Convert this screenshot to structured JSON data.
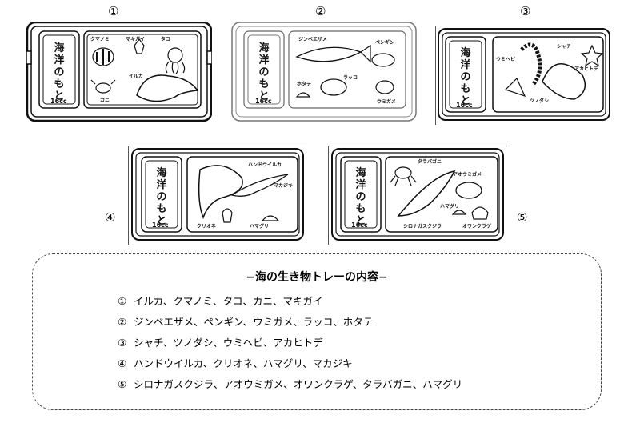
{
  "trays": [
    {
      "number": "①",
      "product": "海洋のもと",
      "volume": "16cc",
      "labels": [
        "クマノミ",
        "マキガイ",
        "タコ",
        "イルカ",
        "カニ"
      ]
    },
    {
      "number": "②",
      "product": "海洋のもと",
      "volume": "16cc",
      "labels": [
        "ジンベエザメ",
        "ペンギン",
        "ホタテ",
        "ラッコ",
        "ウミガメ"
      ]
    },
    {
      "number": "③",
      "product": "海洋のもと",
      "volume": "16cc",
      "labels": [
        "シャチ",
        "ウミヘビ",
        "アカヒトデ",
        "ツノダシ"
      ]
    },
    {
      "number": "④",
      "product": "海洋のもと",
      "volume": "16cc",
      "labels": [
        "ハンドウイルカ",
        "マカジキ",
        "クリオネ",
        "ハマグリ"
      ]
    },
    {
      "number": "⑤",
      "product": "海洋のもと",
      "volume": "16cc",
      "labels": [
        "タラバガニ",
        "アオウミガメ",
        "ハマグリ",
        "シロナガスクジラ",
        "オワンクラゲ"
      ]
    }
  ],
  "caption": {
    "title": "−海の生き物トレーの内容−",
    "items": [
      {
        "mark": "①",
        "text": "イルカ、クマノミ、タコ、カニ、マキガイ"
      },
      {
        "mark": "②",
        "text": "ジンベエザメ、ペンギン、ウミガメ、ラッコ、ホタテ"
      },
      {
        "mark": "③",
        "text": "シャチ、ツノダシ、ウミヘビ、アカヒトデ"
      },
      {
        "mark": "④",
        "text": "ハンドウイルカ、クリオネ、ハマグリ、マカジキ"
      },
      {
        "mark": "⑤",
        "text": "シロナガスクジラ、アオウミガメ、オワンクラゲ、タラバガニ、ハマグリ"
      }
    ]
  }
}
